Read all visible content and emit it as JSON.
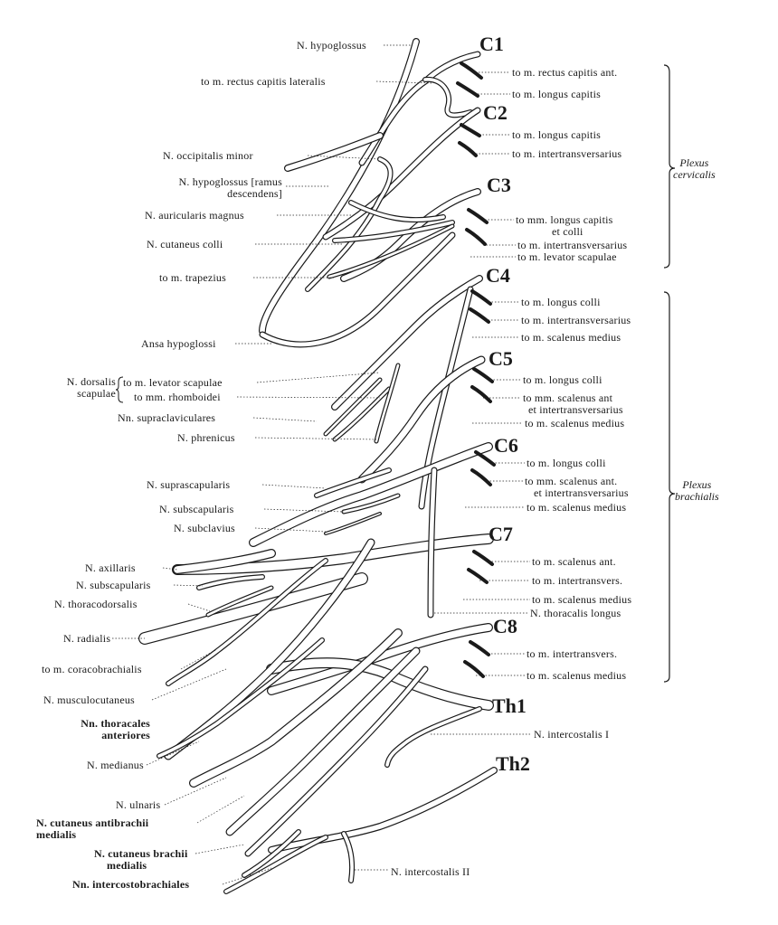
{
  "roots": [
    {
      "id": "c1",
      "label": "C1"
    },
    {
      "id": "c2",
      "label": "C2"
    },
    {
      "id": "c3",
      "label": "C3"
    },
    {
      "id": "c4",
      "label": "C4"
    },
    {
      "id": "c5",
      "label": "C5"
    },
    {
      "id": "c6",
      "label": "C6"
    },
    {
      "id": "c7",
      "label": "C7"
    },
    {
      "id": "c8",
      "label": "C8"
    },
    {
      "id": "th1",
      "label": "Th1"
    },
    {
      "id": "th2",
      "label": "Th2"
    }
  ],
  "plexus": {
    "cervicalis": [
      "Plexus",
      "cervicalis"
    ],
    "brachialis": [
      "Plexus",
      "brachialis"
    ]
  },
  "left_labels": {
    "hypoglossus": "N. hypoglossus",
    "rectus_lat": "to m. rectus capitis lateralis",
    "occipitalis_minor": "N. occipitalis minor",
    "hypoglossus_ramus_1": "N. hypoglossus [ramus",
    "hypoglossus_ramus_2": "descendens]",
    "auricularis": "N. auricularis magnus",
    "cutaneus_colli": "N. cutaneus colli",
    "trapezius": "to m. trapezius",
    "ansa": "Ansa hypoglossi",
    "dorsalis_1": "N. dorsalis",
    "dorsalis_2": "scapulae",
    "levator": "to m. levator scapulae",
    "rhomboidei": "to mm. rhomboidei",
    "supraclav": "Nn. supraclaviculares",
    "phrenicus": "N. phrenicus",
    "suprascap": "N. suprascapularis",
    "subscap": "N. subscapularis",
    "subclavius": "N. subclavius",
    "axillaris": "N. axillaris",
    "subscapularis2": "N. subscapularis",
    "thoracodorsalis": "N. thoracodorsalis",
    "radialis": "N. radialis",
    "coracobrach": "to m. coracobrachialis",
    "musculocut": "N. musculocutaneus",
    "thoracales_1": "Nn. thoracales",
    "thoracales_2": "anteriores",
    "medianus": "N. medianus",
    "ulnaris": "N. ulnaris",
    "antibrachii_1": "N. cutaneus antibrachii",
    "antibrachii_2": "medialis",
    "brachii_1": "N. cutaneus brachii",
    "brachii_2": "medialis",
    "intercostobrach": "Nn. intercostobrachiales"
  },
  "right_labels": {
    "rectus_ant": "to m. rectus capitis ant.",
    "longus_cap1": "to m. longus capitis",
    "longus_cap2": "to m. longus capitis",
    "intertrans1": "to m. intertransversarius",
    "longus_cap_colli_1": "to mm. longus capitis",
    "longus_cap_colli_2": "et colli",
    "intertrans2": "to m. intertransversarius",
    "levator_scap": "to m. levator scapulae",
    "longus_colli1": "to m. longus colli",
    "intertrans3": "to m. intertransversarius",
    "scal_med1": "to m. scalenus medius",
    "longus_colli2": "to m. longus colli",
    "scal_ant_1": "to mm. scalenus ant",
    "scal_ant_2": "et intertransversarius",
    "scal_med2": "to m. scalenus medius",
    "longus_colli3": "to m. longus colli",
    "scal_ant2_1": "to mm. scalenus ant.",
    "scal_ant2_2": "et intertransversarius",
    "scal_med3": "to m. scalenus medius",
    "scal_ant3": "to m. scalenus ant.",
    "intertrans4": "to m. intertransvers.",
    "scal_med4": "to m. scalenus medius",
    "thoracalis_longus": "N. thoracalis longus",
    "intertrans5": "to m. intertransvers.",
    "scal_med5": "to m. scalenus medius",
    "intercostalis1": "N. intercostalis I",
    "intercostalis2": "N. intercostalis II"
  }
}
